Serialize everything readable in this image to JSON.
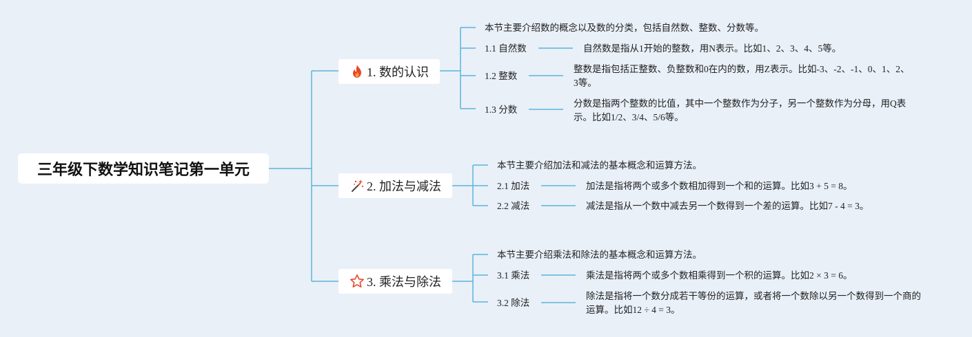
{
  "root": {
    "title": "三年级下数学知识笔记第一单元"
  },
  "branches": [
    {
      "label": "1. 数的认识",
      "icon": "fire-icon",
      "intro": "本节主要介绍数的概念以及数的分类，包括自然数、整数、分数等。",
      "items": [
        {
          "label": "1.1 自然数",
          "desc": "自然数是指从1开始的整数，用N表示。比如1、2、3、4、5等。"
        },
        {
          "label": "1.2 整数",
          "desc": "整数是指包括正整数、负整数和0在内的数，用Z表示。比如-3、-2、-1、0、1、2、3等。"
        },
        {
          "label": "1.3 分数",
          "desc": "分数是指两个整数的比值，其中一个整数作为分子，另一个整数作为分母，用Q表示。比如1/2、3/4、5/6等。"
        }
      ]
    },
    {
      "label": "2. 加法与减法",
      "icon": "magic-wand-icon",
      "intro": "本节主要介绍加法和减法的基本概念和运算方法。",
      "items": [
        {
          "label": "2.1 加法",
          "desc": "加法是指将两个或多个数相加得到一个和的运算。比如3 + 5 = 8。"
        },
        {
          "label": "2.2 减法",
          "desc": "减法是指从一个数中减去另一个数得到一个差的运算。比如7 - 4 = 3。"
        }
      ]
    },
    {
      "label": "3. 乘法与除法",
      "icon": "star-icon",
      "intro": "本节主要介绍乘法和除法的基本概念和运算方法。",
      "items": [
        {
          "label": "3.1 乘法",
          "desc": "乘法是指将两个或多个数相乘得到一个积的运算。比如2 × 3 = 6。"
        },
        {
          "label": "3.2 除法",
          "desc": "除法是指将一个数分成若干等份的运算，或者将一个数除以另一个数得到一个商的运算。比如12 ÷ 4 = 3。"
        }
      ]
    }
  ],
  "colors": {
    "line": "#5bb4da",
    "background": "#e9f0f8",
    "fire": "#e8462a",
    "star": "#e8462a"
  }
}
